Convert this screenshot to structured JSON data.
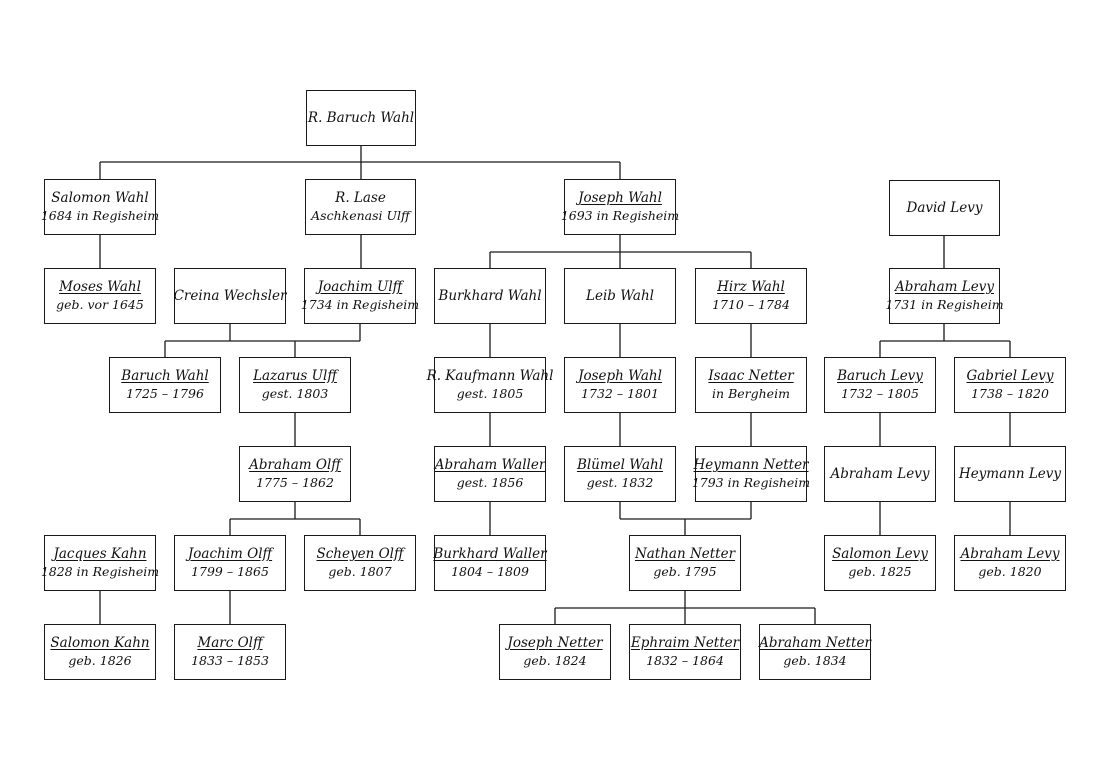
{
  "colors": {
    "line": "#1a1a1a",
    "box_border": "#1a1a1a",
    "background": "#ffffff"
  },
  "people": {
    "baruch_r": {
      "name": "R. Baruch Wahl"
    },
    "salomon_w": {
      "name": "Salomon Wahl",
      "line2": "1684 in Regisheim"
    },
    "lase": {
      "name": "R. Lase",
      "line2": "Aschkenasi Ulff"
    },
    "joseph_w": {
      "name": "Joseph Wahl",
      "line2": "1693 in Regisheim"
    },
    "david_l": {
      "name": "David Levy"
    },
    "moses_w": {
      "name": "Moses Wahl",
      "line2": "geb. vor 1645"
    },
    "creina": {
      "name": "Creina Wechsler"
    },
    "joachim_u": {
      "name": "Joachim Ulff",
      "line2": "1734 in Regisheim"
    },
    "burkhard_w": {
      "name": "Burkhard Wahl"
    },
    "leib_w": {
      "name": "Leib Wahl"
    },
    "hirz_w": {
      "name": "Hirz Wahl",
      "line2": "1710 – 1784"
    },
    "abraham_l1": {
      "name": "Abraham Levy",
      "line2": "1731 in Regisheim"
    },
    "baruch_w": {
      "name": "Baruch Wahl",
      "line2": "1725 – 1796"
    },
    "lazarus_u": {
      "name": "Lazarus Ulff",
      "line2": "gest. 1803"
    },
    "kaufmann_w": {
      "name": "R. Kaufmann Wahl",
      "line2": "gest. 1805"
    },
    "joseph_w2": {
      "name": "Joseph Wahl",
      "line2": "1732 – 1801"
    },
    "isaac_n": {
      "name": "Isaac Netter",
      "line2": "in Bergheim"
    },
    "baruch_l": {
      "name": "Baruch Levy",
      "line2": "1732 – 1805"
    },
    "gabriel_l": {
      "name": "Gabriel Levy",
      "line2": "1738 – 1820"
    },
    "abraham_o": {
      "name": "Abraham Olff",
      "line2": "1775 – 1862"
    },
    "abraham_wl": {
      "name": "Abraham Waller",
      "line2": "gest. 1856"
    },
    "bluemel_w": {
      "name": "Blümel Wahl",
      "line2": "gest. 1832"
    },
    "heymann_n": {
      "name": "Heymann Netter",
      "line2": "1793 in Regisheim"
    },
    "abraham_l2": {
      "name": "Abraham Levy"
    },
    "heymann_l": {
      "name": "Heymann Levy"
    },
    "jacques_k": {
      "name": "Jacques Kahn",
      "line2": "1828 in Regisheim"
    },
    "joachim_o": {
      "name": "Joachim Olff",
      "line2": "1799 – 1865"
    },
    "scheyen_o": {
      "name": "Scheyen Olff",
      "line2": "geb. 1807"
    },
    "burkhard_wl": {
      "name": "Burkhard Waller",
      "line2": "1804 – 1809"
    },
    "nathan_n": {
      "name": "Nathan Netter",
      "line2": "geb. 1795"
    },
    "salomon_l": {
      "name": "Salomon Levy",
      "line2": "geb. 1825"
    },
    "abraham_l3": {
      "name": "Abraham Levy",
      "line2": "geb. 1820"
    },
    "salomon_k": {
      "name": "Salomon Kahn",
      "line2": "geb. 1826"
    },
    "marc_o": {
      "name": "Marc Olff",
      "line2": "1833 – 1853"
    },
    "joseph_n": {
      "name": "Joseph Netter",
      "line2": "geb. 1824"
    },
    "ephraim_n": {
      "name": "Ephraim Netter",
      "line2": "1832 – 1864"
    },
    "abraham_n": {
      "name": "Abraham Netter",
      "line2": "geb. 1834"
    }
  }
}
